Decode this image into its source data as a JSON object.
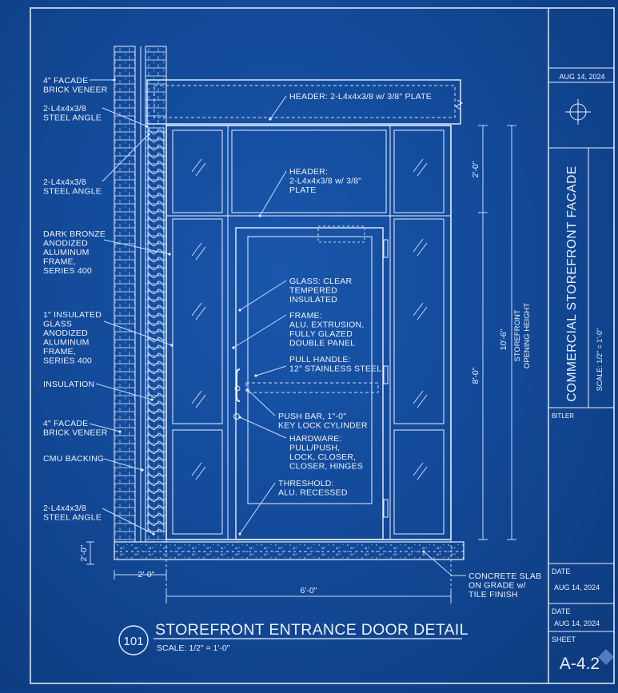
{
  "title_block": {
    "date_top": "AUG 14, 2024",
    "title": "COMMERCIAL STOREFRONT FACADE",
    "scale": "SCALE: 1/2\" = 1'-0\"",
    "name_label": "BITLER",
    "date_label": "DATE",
    "date_1": "AUG 14, 2024",
    "date_2": "AUG 14, 2024",
    "sheet_label": "SHEET",
    "sheet_number": "A-4.2"
  },
  "detail": {
    "number": "101",
    "title": "STOREFRONT ENTRANCE DOOR DETAIL",
    "scale": "SCALE: 1/2\" = 1'-0\""
  },
  "dimensions": {
    "transom_height": "2'-0\"",
    "door_height": "8'-0\"",
    "opening_height": "10'-6\"",
    "opening_label_1": "STOREFRONT",
    "opening_label_2": "OPENING HEIGHT",
    "slab_height": "2'-0\"",
    "wall_width": "2'-0\"",
    "opening_width": "6'-0\""
  },
  "notes_left": [
    {
      "lines": [
        "4\" FACADE",
        "BRICK VENEER"
      ]
    },
    {
      "lines": [
        "2-L4x4x3/8",
        "STEEL ANGLE"
      ]
    },
    {
      "lines": [
        "2-L4x4x3/8",
        "STEEL ANGLE"
      ]
    },
    {
      "lines": [
        "DARK BRONZE",
        "ANODIZED",
        "ALUMINUM",
        "FRAME,",
        "SERIES 400"
      ]
    },
    {
      "lines": [
        "1\" INSULATED",
        "GLASS",
        "ANODIZED",
        "ALUMINUM",
        "FRAME,",
        "SERIES 400"
      ]
    },
    {
      "lines": [
        "INSULATION"
      ]
    },
    {
      "lines": [
        "4\" FACADE",
        "BRICK VENEER"
      ]
    },
    {
      "lines": [
        "CMU BACKING"
      ]
    },
    {
      "lines": [
        "2-L4x4x3/8",
        "STEEL ANGLE"
      ]
    }
  ],
  "notes_center": [
    {
      "lines": [
        "HEADER: 2-L4x4x3/8 w/ 3/8\" PLATE"
      ]
    },
    {
      "lines": [
        "HEADER:",
        "2-L4x4x3/8 w/ 3/8\"",
        "PLATE"
      ]
    },
    {
      "lines": [
        "GLASS: CLEAR",
        "TEMPERED",
        "INSULATED"
      ]
    },
    {
      "lines": [
        "FRAME:",
        "ALU. EXTRUSION,",
        "FULLY GLAZED",
        "DOUBLE PANEL"
      ]
    },
    {
      "lines": [
        "PULL HANDLE:",
        "12\" STAINLESS STEEL"
      ]
    },
    {
      "lines": [
        "PUSH BAR, 1\"-0\"",
        "KEY LOCK CYLINDER"
      ]
    },
    {
      "lines": [
        "HARDWARE:",
        "PULL/PUSH,",
        "LOCK, CLOSER,",
        "CLOSER, HINGES"
      ]
    },
    {
      "lines": [
        "THRESHOLD:",
        "ALU. RECESSED"
      ]
    }
  ],
  "notes_right": [
    {
      "lines": [
        "CONCRETE SLAB",
        "ON GRADE w/",
        "TILE FINISH"
      ]
    }
  ]
}
